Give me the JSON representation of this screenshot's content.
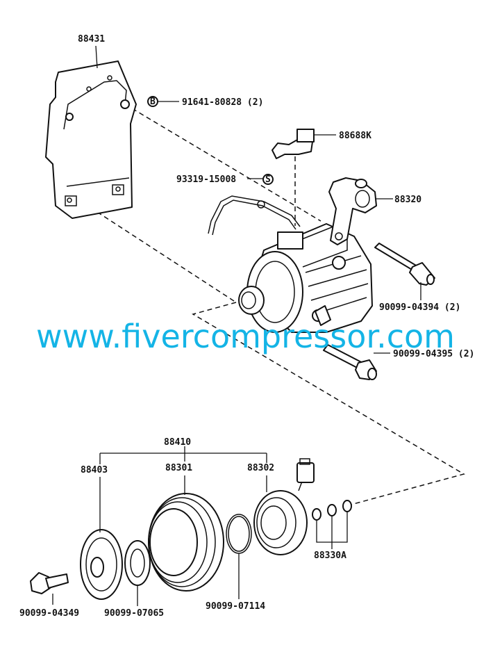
{
  "labels": {
    "p88431": "88431",
    "p91641": "91641-80828 (2)",
    "marker_b": "B",
    "p88688k": "88688K",
    "p93319": "93319-15008",
    "marker_s": "S",
    "p88320": "88320",
    "p90099_04394": "90099-04394 (2)",
    "p90099_04395": "90099-04395 (2)",
    "p88410": "88410",
    "p88403": "88403",
    "p88301": "88301",
    "p88302": "88302",
    "p88330a": "88330A",
    "p90099_04349": "90099-04349",
    "p90099_07065": "90099-07065",
    "p90099_07114": "90099-07114"
  },
  "watermark": "www.fivercompressor.com",
  "colors": {
    "watermark": "#14b4e6",
    "line": "#111111"
  }
}
